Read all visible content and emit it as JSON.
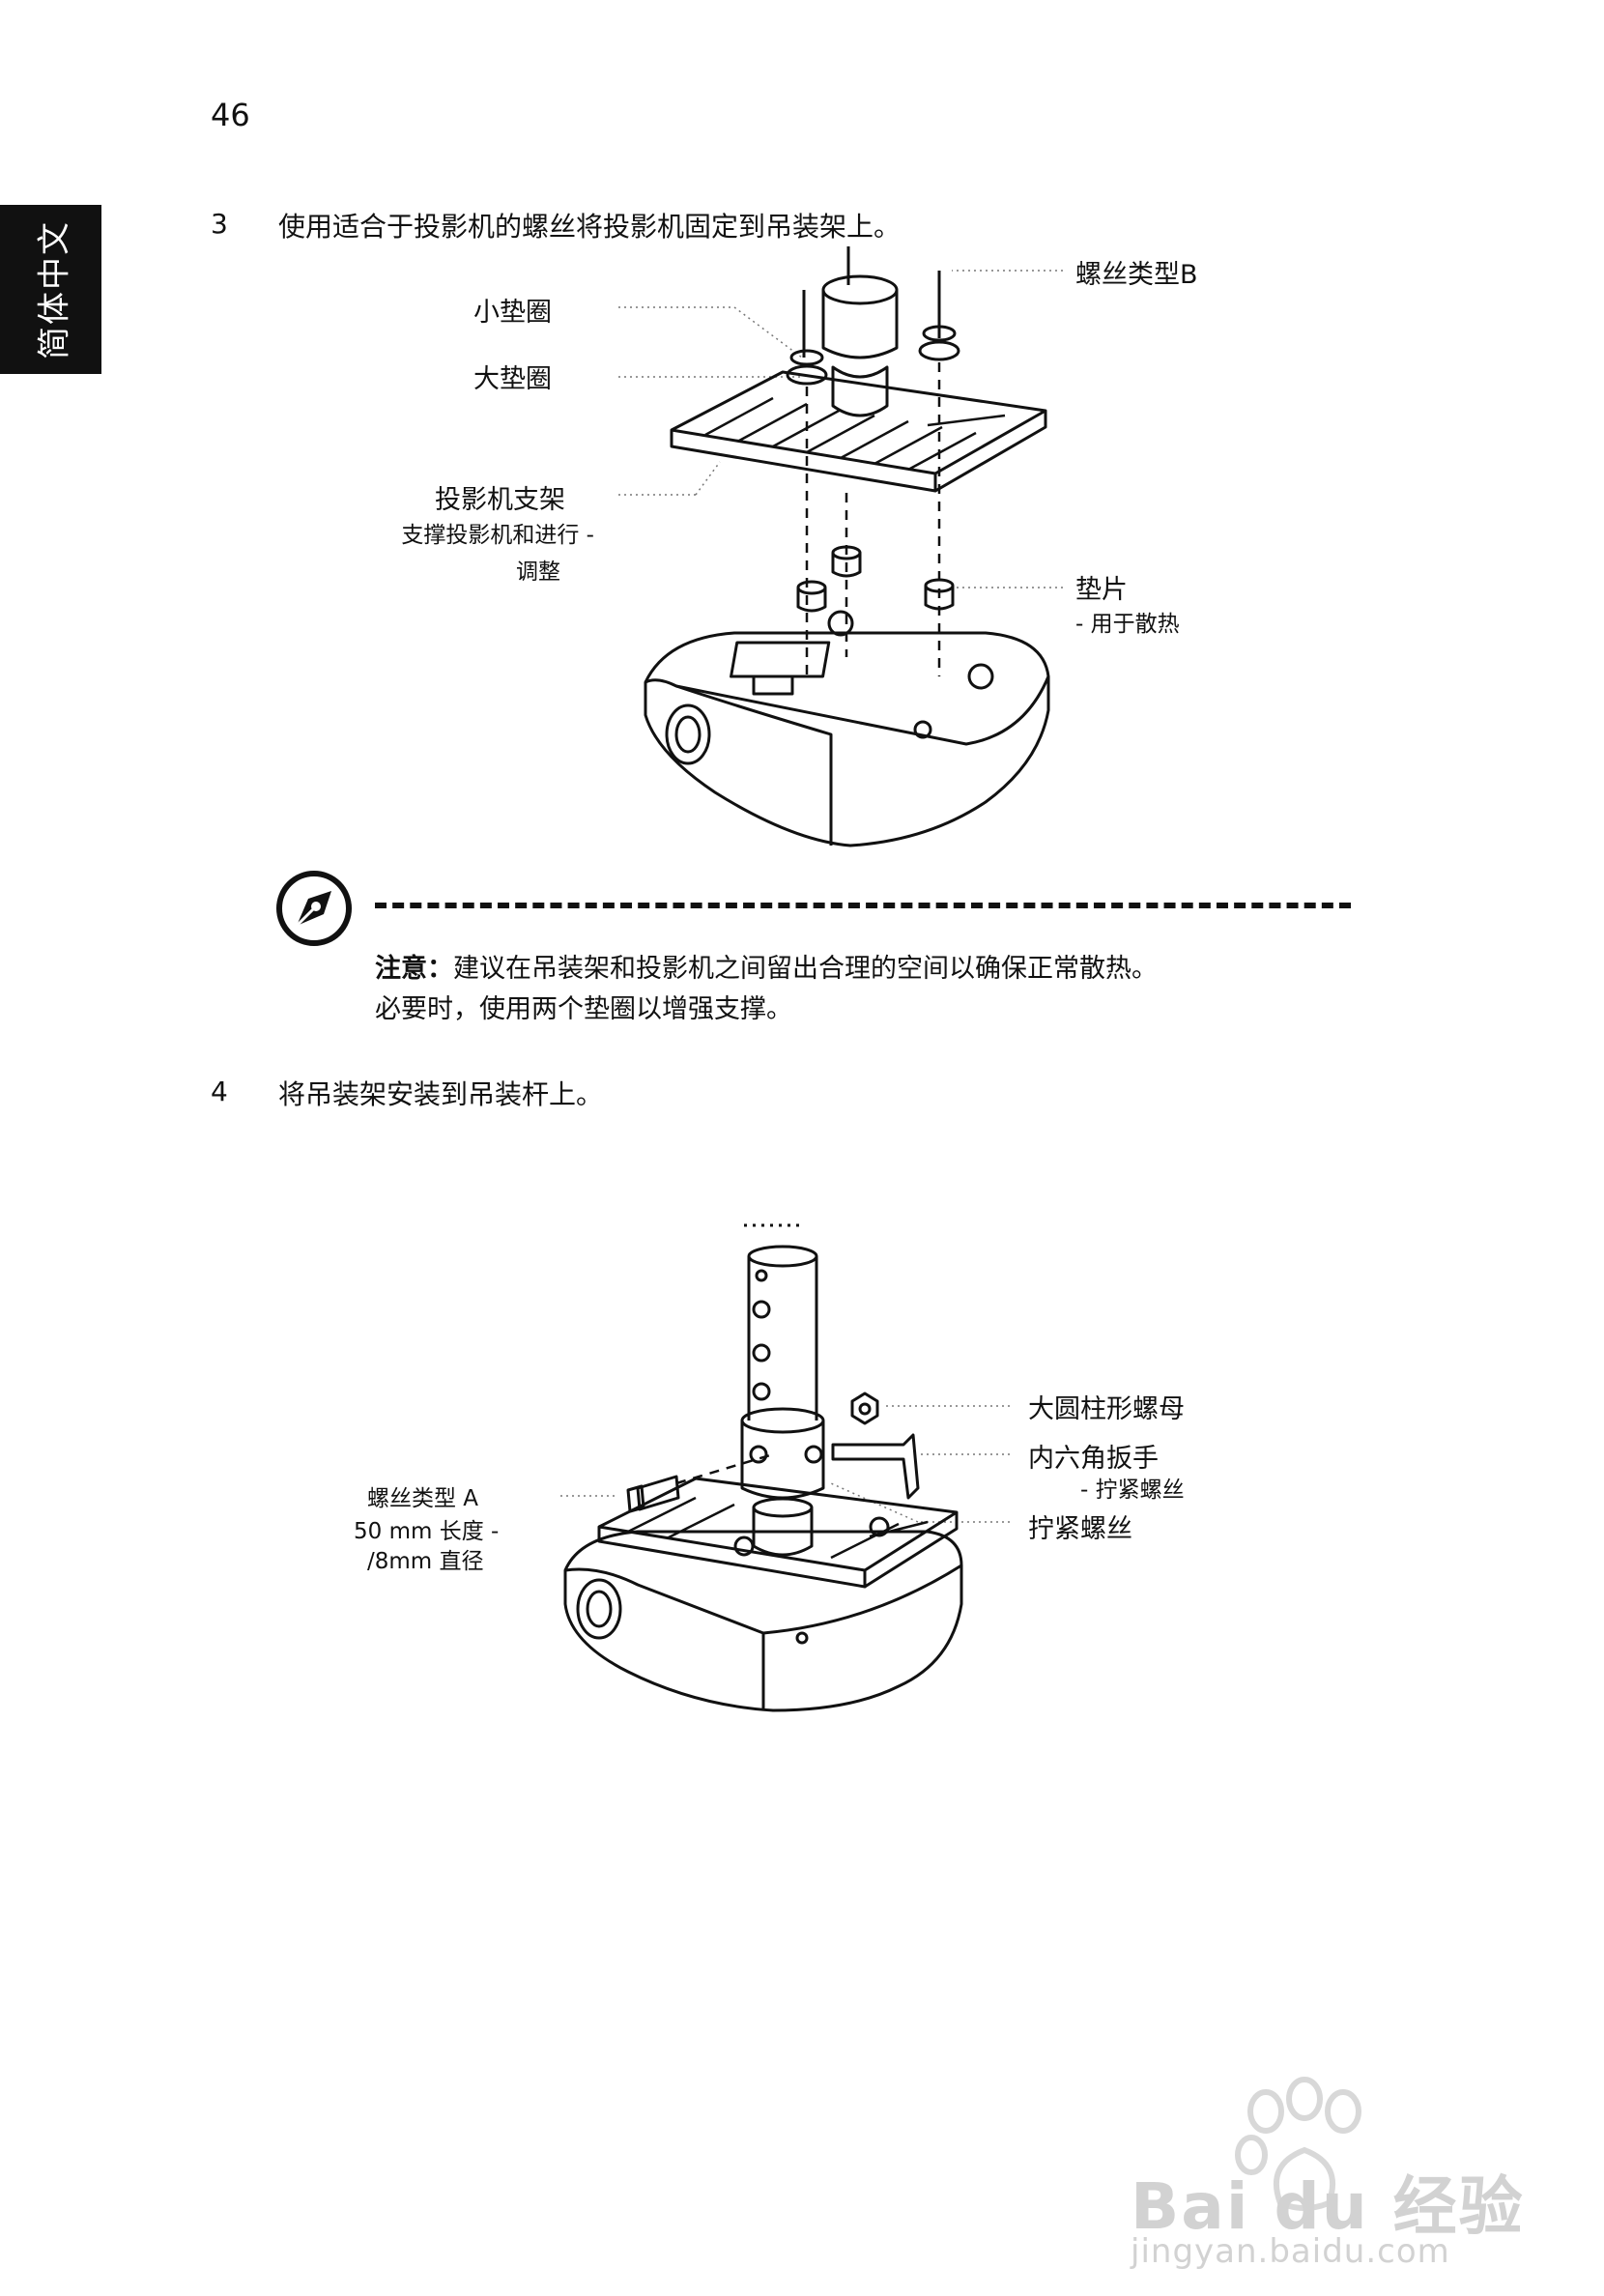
{
  "page": {
    "number": "46",
    "side_tab": "简体中文"
  },
  "step3": {
    "number": "3",
    "text": "使用适合于投影机的螺丝将投影机固定到吊装架上。",
    "labels": {
      "screw_b": "螺丝类型B",
      "small_washer": "小垫圈",
      "large_washer": "大垫圈",
      "bracket_title": "投影机支架",
      "bracket_desc1": "支撑投影机和进行 -",
      "bracket_desc2": "调整",
      "spacer_title": "垫片",
      "spacer_desc": "- 用于散热"
    }
  },
  "note": {
    "bold": "注意：",
    "line1": "建议在吊装架和投影机之间留出合理的空间以确保正常散热。",
    "line2": "必要时，使用两个垫圈以增强支撑。",
    "icon": "pen-nib-icon"
  },
  "step4": {
    "number": "4",
    "text": "将吊装架安装到吊装杆上。",
    "labels": {
      "big_nut": "大圆柱形螺母",
      "hex_wrench": "内六角扳手",
      "hex_wrench_desc": "- 拧紧螺丝",
      "tighten_screw": "拧紧螺丝",
      "screw_a": "螺丝类型 A",
      "screw_a_desc1": "50 mm 长度 -",
      "screw_a_desc2": "/8mm 直径"
    }
  },
  "watermark": {
    "logo": "Bai du 经验",
    "url": "jingyan.baidu.com"
  }
}
